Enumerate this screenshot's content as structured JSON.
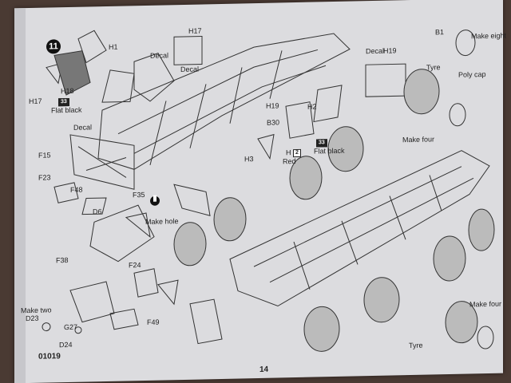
{
  "page": {
    "step": "11",
    "page_number": "14",
    "kit_code": "01019"
  },
  "labels": {
    "h1": "H1",
    "h17_top": "H17",
    "h17_left": "H17",
    "h18": "H18",
    "flat_black_left": "Flat black",
    "decal_left": "Decal",
    "h17_decal_a": "Decal",
    "h17_decal_b": "Decal",
    "decal_h19": "Decal",
    "h19_top": "H19",
    "h19": "H19",
    "h2": "H2",
    "h3": "H3",
    "b30": "B30",
    "h_flat": "H",
    "red": "Red",
    "flat_black": "Flat black",
    "b1": "B1",
    "make_eight": "Make eight",
    "tyre_top": "Tyre",
    "poly_cap": "Poly cap",
    "make_four_top": "Make four",
    "f15": "F15",
    "f23": "F23",
    "f48": "F48",
    "f35": "F35",
    "d6": "D6",
    "make_hole": "Make hole",
    "f38": "F38",
    "f24": "F24",
    "f49": "F49",
    "make_two": "Make two",
    "d23": "D23",
    "g27": "G27",
    "d24": "D24",
    "make_four_bottom": "Make four",
    "tyre_bottom": "Tyre"
  },
  "chips": {
    "c33a": "33",
    "c2": "2",
    "c33b": "33"
  },
  "colors": {
    "paper": "#dcdcdf",
    "ink": "#222222",
    "background": "#4a3a33"
  },
  "icons": [
    "drill-icon",
    "wheel-icon",
    "chassis-drawing"
  ]
}
